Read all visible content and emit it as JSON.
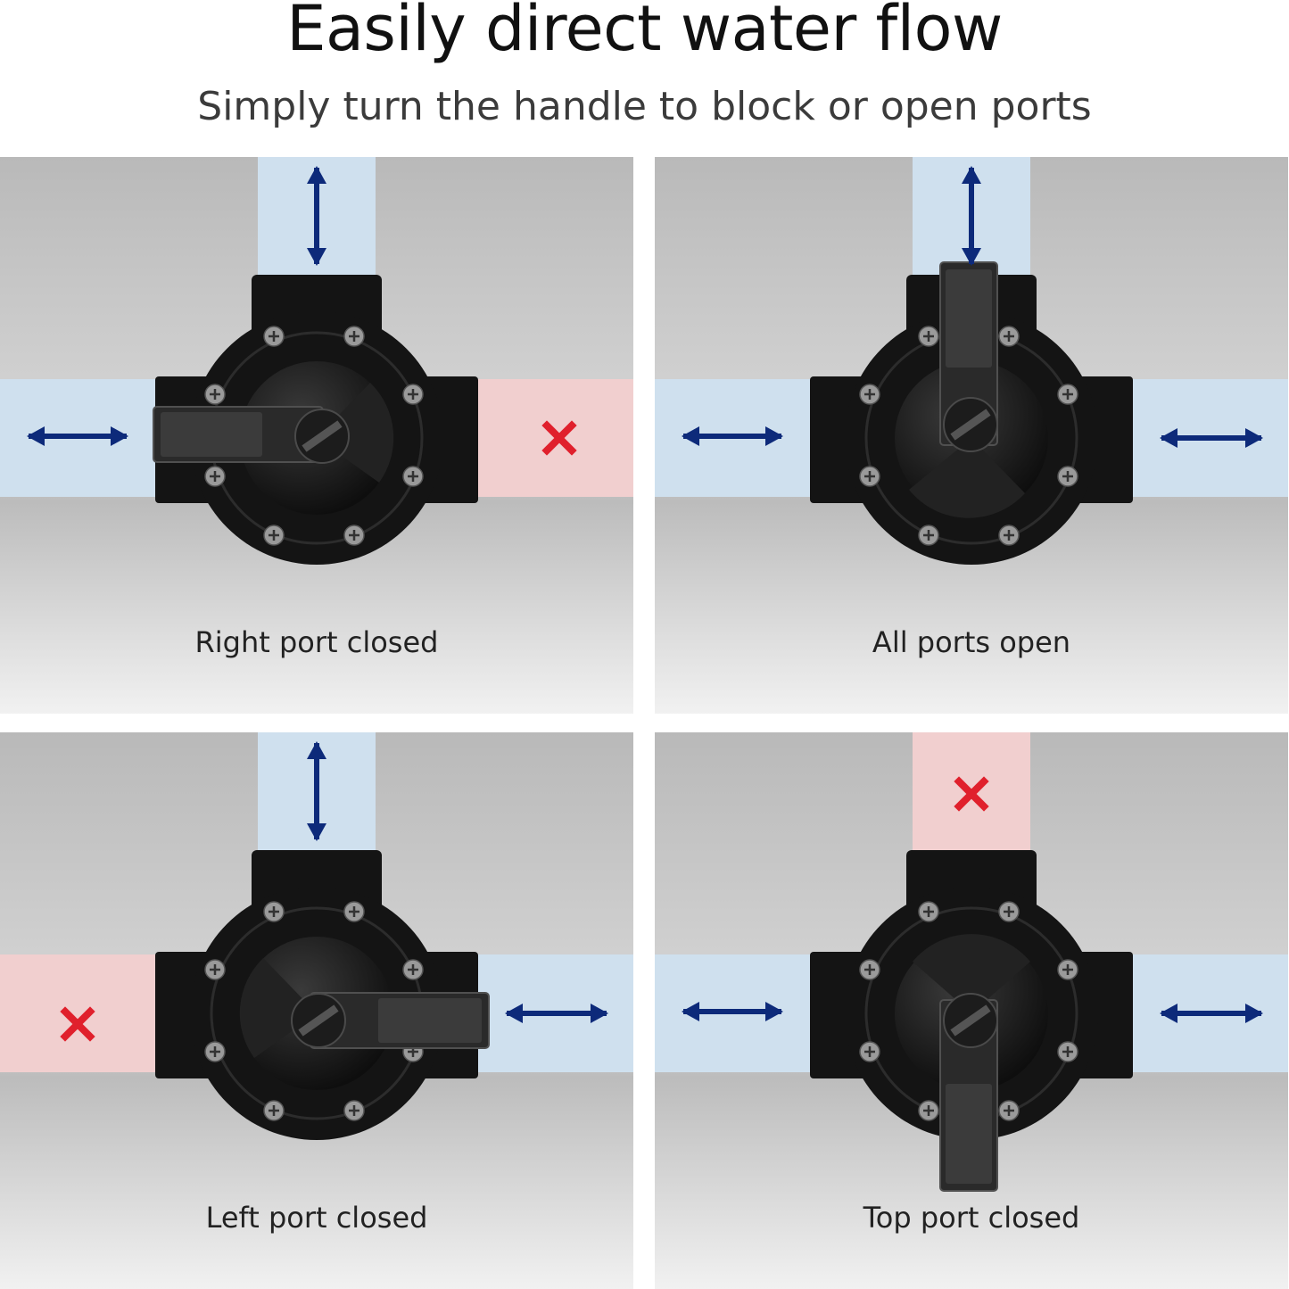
{
  "header": {
    "title": "Easily direct water flow",
    "subtitle": "Simply turn the handle to block or open ports"
  },
  "panels": [
    {
      "caption": "Right port closed",
      "closed_port": "right",
      "handle": "left"
    },
    {
      "caption": "All ports open",
      "closed_port": "none",
      "handle": "up"
    },
    {
      "caption": "Left port closed",
      "closed_port": "left",
      "handle": "right"
    },
    {
      "caption": "Top port closed",
      "closed_port": "top",
      "handle": "down"
    }
  ],
  "colors": {
    "open_pipe": "#cfe0ee",
    "closed_pipe": "#f1cfcf",
    "arrow": "#0d2a7a",
    "x_mark": "#e0202c",
    "valve": "#141414"
  }
}
